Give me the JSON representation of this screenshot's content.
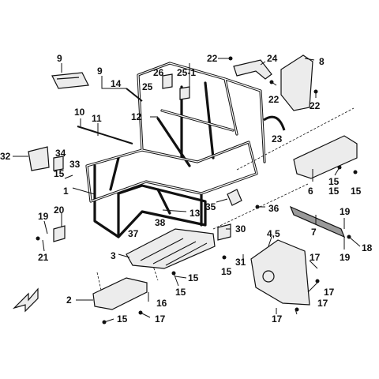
{
  "labels": {
    "l1": "1",
    "l2": "2",
    "l3": "3",
    "l4_5": "4,5",
    "l6": "6",
    "l7": "7",
    "l8": "8",
    "l9a": "9",
    "l9b": "9",
    "l10": "10",
    "l11": "11",
    "l12": "12",
    "l13": "13",
    "l14": "14",
    "l15a": "15",
    "l15b": "15",
    "l15c": "15",
    "l15d": "15",
    "l15e": "15",
    "l15f": "15",
    "l15g": "15",
    "l15h": "15",
    "l16": "16",
    "l17a": "17",
    "l17b": "17",
    "l17c": "17",
    "l17d": "17",
    "l17e": "17",
    "l18": "18",
    "l19a": "19",
    "l19b": "19",
    "l19c": "19",
    "l20": "20",
    "l21": "21",
    "l22a": "22",
    "l22b": "22",
    "l22c": "22",
    "l23": "23",
    "l24": "24",
    "l25": "25",
    "l25_1": "25-1",
    "l26": "26",
    "l30": "30",
    "l31": "31",
    "l32": "32",
    "l33": "33",
    "l34": "34",
    "l35": "35",
    "l36": "36",
    "l37": "37",
    "l38": "38"
  }
}
